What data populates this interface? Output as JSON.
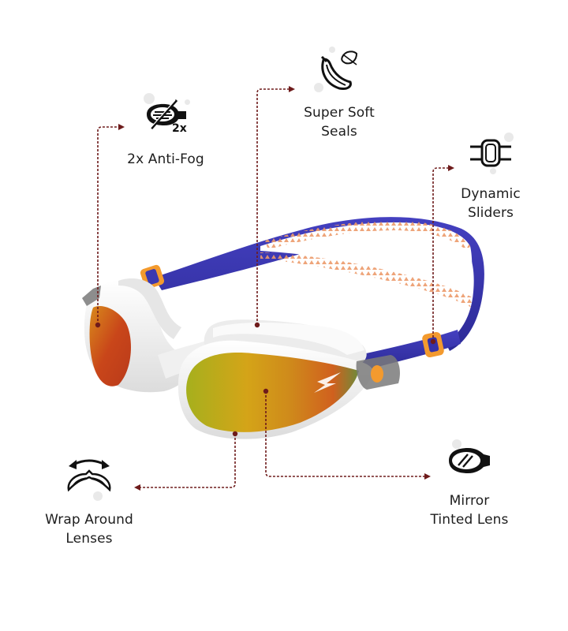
{
  "product": {
    "description": "Swimming goggles with mirror tinted lenses, white frame, blue strap with orange sliders"
  },
  "features": [
    {
      "id": "anti-fog",
      "icon": "anti-fog-goggle-icon",
      "badge": "2x",
      "lines": [
        "2x Anti-Fog"
      ]
    },
    {
      "id": "soft-seals",
      "icon": "soft-seal-leaf-icon",
      "lines": [
        "Super Soft",
        "Seals"
      ]
    },
    {
      "id": "sliders",
      "icon": "slider-buckle-icon",
      "lines": [
        "Dynamic",
        "Sliders"
      ]
    },
    {
      "id": "wrap-lenses",
      "icon": "wrap-around-arrow-icon",
      "lines": [
        "Wrap Around",
        "Lenses"
      ]
    },
    {
      "id": "mirror-lens",
      "icon": "mirror-lens-icon",
      "lines": [
        "Mirror",
        "Tinted Lens"
      ]
    }
  ],
  "colors": {
    "connector": "#6e1b1b",
    "strap": "#3531a8",
    "strap_pattern": "#e8905a",
    "slider": "#f39a2e",
    "frame": "#f4f4f4",
    "lens_gold": "#c9a21a",
    "lens_orange": "#d0561c",
    "text": "#1d1d1d"
  }
}
